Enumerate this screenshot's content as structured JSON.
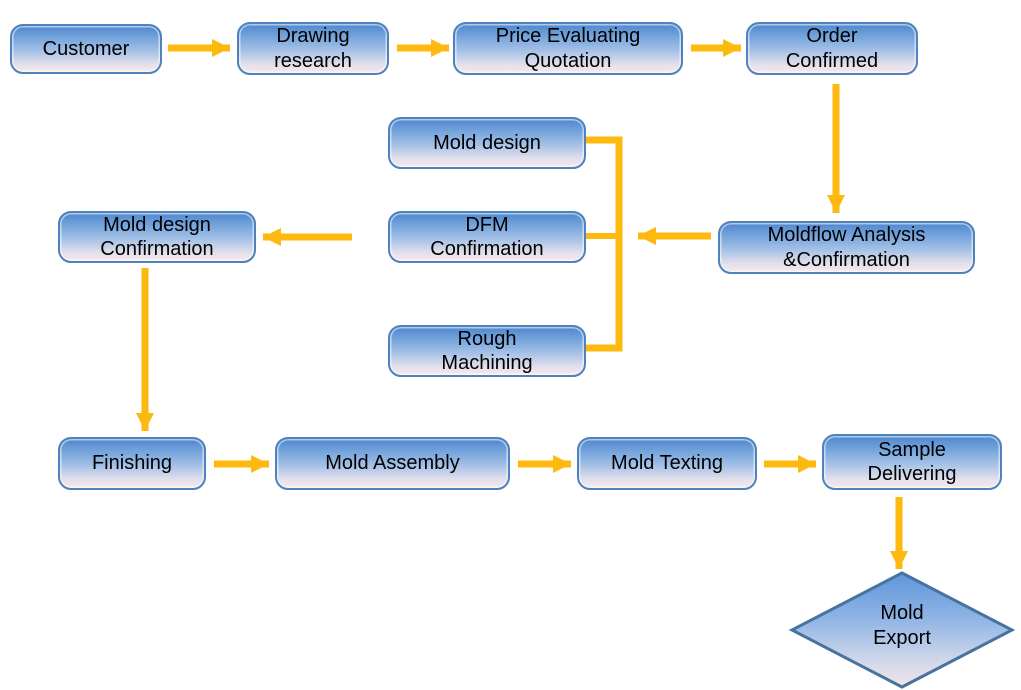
{
  "diagram": {
    "type": "flowchart",
    "colors": {
      "node_border": "#4F81BD",
      "node_fill_top": "#4E87CD",
      "node_fill_bottom": "#F6E9EC",
      "diamond_border": "#47749E",
      "arrow": "#FDB90F",
      "text": "#000000",
      "background": "#FFFFFF"
    },
    "nodes": {
      "customer": {
        "label": "Customer",
        "shape": "rounded-rect"
      },
      "drawing": {
        "label": "Drawing\nresearch",
        "shape": "rounded-rect"
      },
      "price": {
        "label": "Price Evaluating\nQuotation",
        "shape": "rounded-rect"
      },
      "order": {
        "label": "Order\nConfirmed",
        "shape": "rounded-rect"
      },
      "molddesign": {
        "label": "Mold design",
        "shape": "rounded-rect"
      },
      "dfm": {
        "label": "DFM\nConfirmation",
        "shape": "rounded-rect"
      },
      "rough": {
        "label": "Rough\nMachining",
        "shape": "rounded-rect"
      },
      "moldflow": {
        "label": "Moldflow Analysis\n&Confirmation",
        "shape": "rounded-rect"
      },
      "mdc": {
        "label": "Mold design\nConfirmation",
        "shape": "rounded-rect"
      },
      "finishing": {
        "label": "Finishing",
        "shape": "rounded-rect"
      },
      "assembly": {
        "label": "Mold Assembly",
        "shape": "rounded-rect"
      },
      "texting": {
        "label": "Mold Texting",
        "shape": "rounded-rect"
      },
      "sample": {
        "label": "Sample\nDelivering",
        "shape": "rounded-rect"
      },
      "moldexport": {
        "label": "Mold\nExport",
        "shape": "diamond"
      }
    },
    "edges": [
      {
        "from": "customer",
        "to": "drawing"
      },
      {
        "from": "drawing",
        "to": "price"
      },
      {
        "from": "price",
        "to": "order"
      },
      {
        "from": "order",
        "to": "moldflow"
      },
      {
        "from": "moldflow",
        "to": "molddesign+dfm+rough (bracket)"
      },
      {
        "from": "dfm",
        "to": "mdc"
      },
      {
        "from": "mdc",
        "to": "finishing"
      },
      {
        "from": "finishing",
        "to": "assembly"
      },
      {
        "from": "assembly",
        "to": "texting"
      },
      {
        "from": "texting",
        "to": "sample"
      },
      {
        "from": "sample",
        "to": "moldexport"
      }
    ]
  }
}
